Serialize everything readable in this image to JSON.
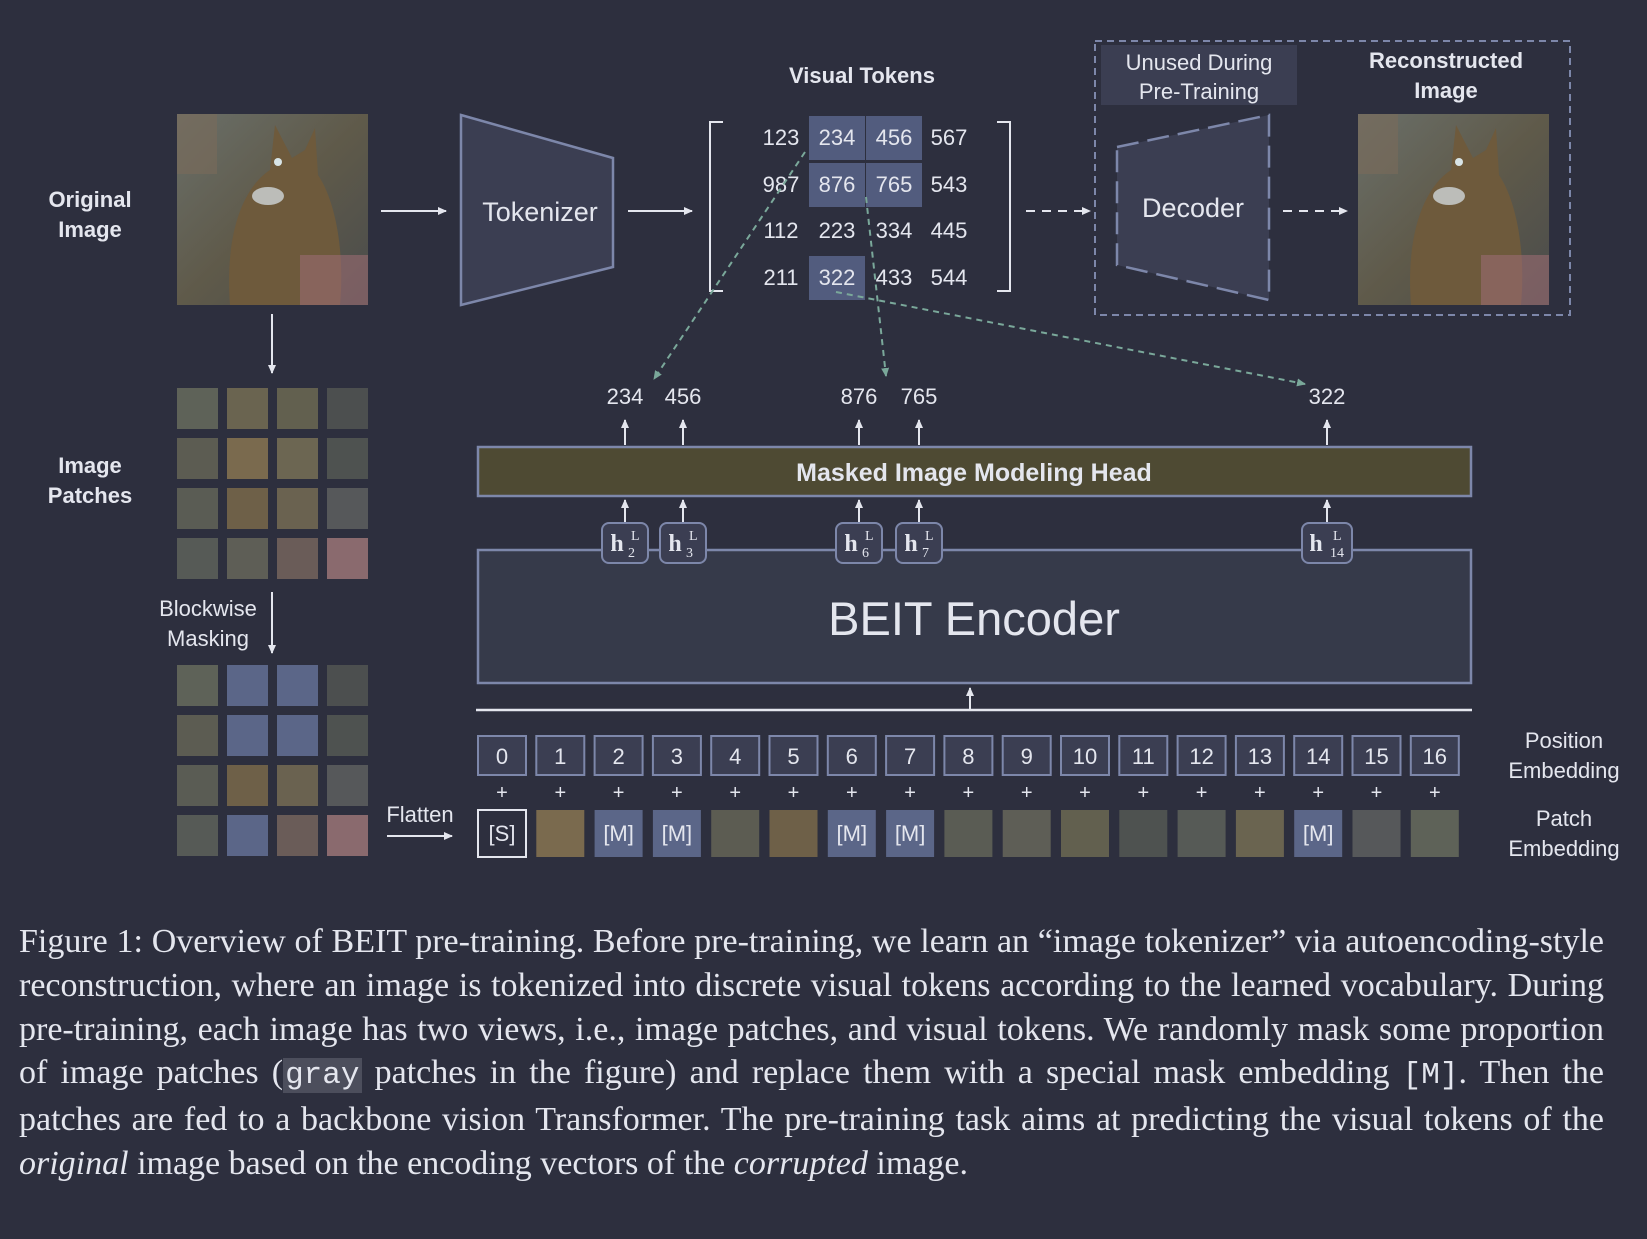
{
  "labels": {
    "original_image": [
      "Original",
      "Image"
    ],
    "image_patches": [
      "Image",
      "Patches"
    ],
    "blockwise_masking": [
      "Blockwise",
      "Masking"
    ],
    "flatten": "Flatten",
    "tokenizer": "Tokenizer",
    "visual_tokens": "Visual Tokens",
    "unused": [
      "Unused During",
      "Pre-Training"
    ],
    "reconstructed": [
      "Reconstructed",
      "Image"
    ],
    "decoder": "Decoder",
    "mim_head": "Masked Image Modeling Head",
    "encoder": "BEIT Encoder",
    "position_embedding": [
      "Position",
      "Embedding"
    ],
    "patch_embedding": [
      "Patch",
      "Embedding"
    ],
    "plus": "+"
  },
  "token_grid": [
    [
      "123",
      "234",
      "456",
      "567"
    ],
    [
      "987",
      "876",
      "765",
      "543"
    ],
    [
      "112",
      "223",
      "334",
      "445"
    ],
    [
      "211",
      "322",
      "433",
      "544"
    ]
  ],
  "highlighted_tokens": [
    [
      0,
      1
    ],
    [
      0,
      2
    ],
    [
      1,
      1
    ],
    [
      1,
      2
    ],
    [
      3,
      1
    ]
  ],
  "predicted_tokens": [
    "234",
    "456",
    "876",
    "765",
    "322"
  ],
  "hidden_states": [
    {
      "base": "h",
      "sup": "L",
      "sub": "2"
    },
    {
      "base": "h",
      "sup": "L",
      "sub": "3"
    },
    {
      "base": "h",
      "sup": "L",
      "sub": "6"
    },
    {
      "base": "h",
      "sup": "L",
      "sub": "7"
    },
    {
      "base": "h",
      "sup": "L",
      "sub": "14"
    }
  ],
  "positions": [
    "0",
    "1",
    "2",
    "3",
    "4",
    "5",
    "6",
    "7",
    "8",
    "9",
    "10",
    "11",
    "12",
    "13",
    "14",
    "15",
    "16"
  ],
  "patch_tokens": [
    "[S]",
    "",
    "[M]",
    "[M]",
    "",
    "",
    "[M]",
    "[M]",
    "",
    "",
    "",
    "",
    "",
    "",
    "[M]",
    "",
    ""
  ],
  "patch_kinds": [
    "special",
    "image",
    "mask",
    "mask",
    "image",
    "image",
    "mask",
    "mask",
    "image",
    "image",
    "image",
    "image",
    "image",
    "image",
    "mask",
    "image",
    "image"
  ],
  "masked_grid": [
    [
      false,
      true,
      true,
      false
    ],
    [
      false,
      true,
      true,
      false
    ],
    [
      false,
      false,
      false,
      false
    ],
    [
      false,
      true,
      false,
      false
    ]
  ],
  "colors": {
    "background": "#2d2f3e",
    "mask_patch": "#5b6688",
    "head_fill": "#4e4a33",
    "stroke": "#7d87aa",
    "dashed_arrow": "#7aa89a"
  },
  "caption": {
    "lead": "Figure 1: Overview of BEIT pre-training. Before pre-training, we learn an “image tokenizer” via autoencoding-style reconstruction, where an image is tokenized into discrete visual tokens according to the learned vocabulary. During pre-training, each image has two views, i.e., image patches, and visual tokens. We randomly mask some proportion of image patches (",
    "gray": "gray",
    "mid1": " patches in the figure) and replace them with a special mask embedding ",
    "mask_token": "[M]",
    "mid2": ". Then the patches are fed to a backbone vision Transformer. The pre-training task aims at predicting the visual tokens of the ",
    "original": "original",
    "mid3": " image based on the encoding vectors of the ",
    "corrupted": "corrupted",
    "end": " image."
  }
}
